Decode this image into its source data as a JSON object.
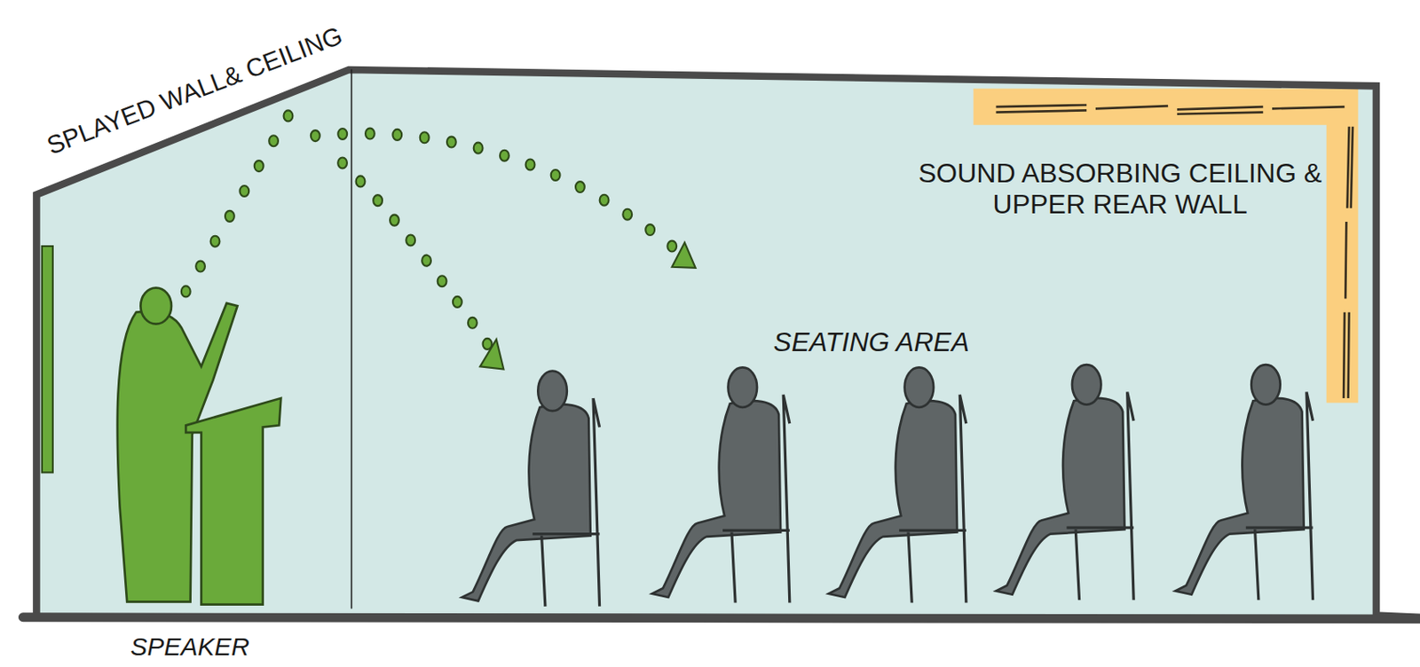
{
  "diagram": {
    "labels": [
      "SPLAYED WALL& CEILING",
      "SOUND ABSORBING CEILING & UPPER REAR WALL",
      "SEATING AREA",
      "SPEAKER"
    ]
  }
}
